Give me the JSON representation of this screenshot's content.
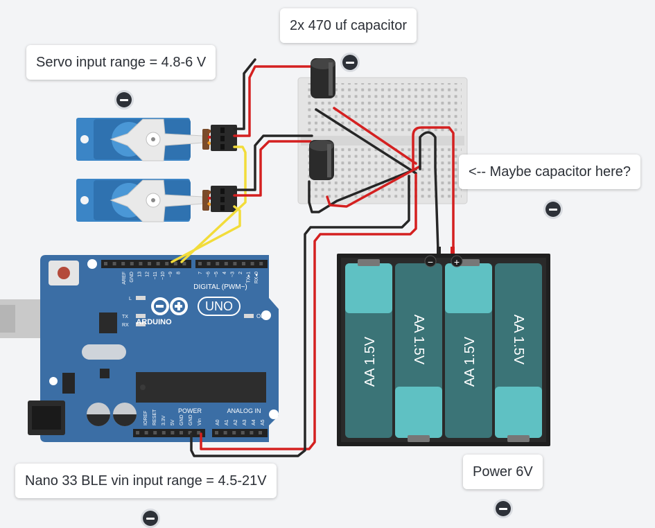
{
  "notes": {
    "capacitor": "2x 470 uf capacitor",
    "servo_range": "Servo input range = 4.8-6 V",
    "maybe_cap": "<-- Maybe capacitor here?",
    "nano_vin": "Nano 33 BLE vin input range = 4.5-21V",
    "power": "Power 6V"
  },
  "arduino": {
    "brand": "ARDUINO",
    "model": "UNO",
    "digital_label": "DIGITAL (PWM~)",
    "power_label": "POWER",
    "analog_label": "ANALOG IN",
    "on_label": "ON",
    "led_l": "L",
    "led_tx": "TX",
    "led_rx": "RX",
    "digital_pins": [
      "AREF",
      "GND",
      "13",
      "12",
      "~11",
      "~10",
      "~9",
      "8",
      "7",
      "~6",
      "~5",
      "4",
      "~3",
      "2",
      "TX▸1",
      "RX◂0"
    ],
    "power_pins": [
      "IOREF",
      "RESET",
      "3.3V",
      "5V",
      "GND",
      "GND",
      "Vin"
    ],
    "analog_pins": [
      "A0",
      "A1",
      "A2",
      "A3",
      "A4",
      "A5"
    ]
  },
  "battery": {
    "cell_label": "AA 1.5V",
    "minus": "−",
    "plus": "+"
  },
  "colors": {
    "wire_red": "#d42020",
    "wire_black": "#262626",
    "wire_yellow": "#f2dc3a",
    "board_blue": "#3b6ea5",
    "servo_blue": "#3b85c6",
    "cell_teal": "#5fc1c3"
  }
}
